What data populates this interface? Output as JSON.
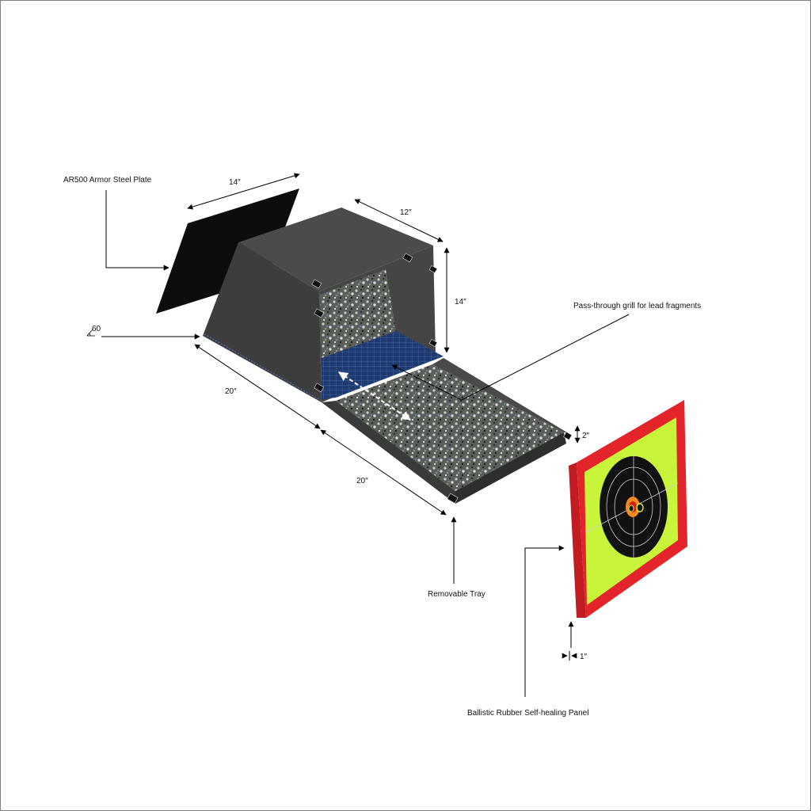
{
  "labels": {
    "plate": "AR500 Armor Steel Plate",
    "grill": "Pass-through grill for lead fragments",
    "tray": "Removable Tray",
    "panel": "Ballistic Rubber Self-healing Panel"
  },
  "dimensions": {
    "plate_width": "14″",
    "box_depth": "12″",
    "box_height": "14″",
    "angle": "60",
    "box_length": "20″",
    "tray_length": "20″",
    "tray_height": "2″",
    "panel_thickness": "1″"
  },
  "colors": {
    "steel": "#0d0d0d",
    "box_top": "#4b4b4b",
    "box_side": "#3a3a3a",
    "grill": "#1f3a6e",
    "target_frame": "#e3242b",
    "target_face": "#c8f53a",
    "bullseye": "#111111"
  }
}
